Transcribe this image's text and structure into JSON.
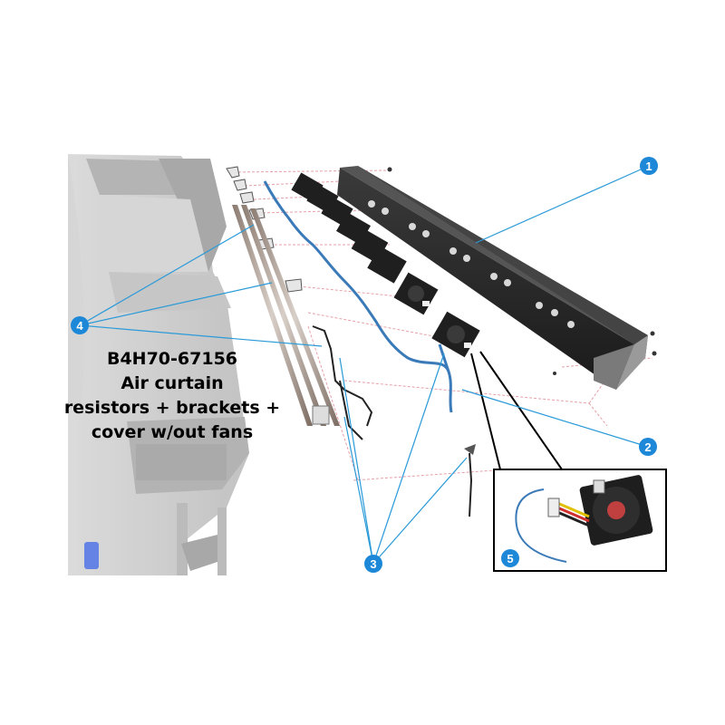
{
  "caption": {
    "part_number": "B4H70-67156",
    "line2": "Air curtain",
    "line3": "resistors + brackets +",
    "line4": "cover w/out fans"
  },
  "callouts": [
    {
      "id": "callout-1",
      "label": "1"
    },
    {
      "id": "callout-2",
      "label": "2"
    },
    {
      "id": "callout-3",
      "label": "3"
    },
    {
      "id": "callout-4",
      "label": "4"
    },
    {
      "id": "callout-5",
      "label": "5"
    }
  ],
  "colors": {
    "callout_fill": "#1e88d8",
    "leader_line": "#2a9ad8",
    "explode_lines": "#e8a0a8",
    "printer_ghost": "#c8c8c8",
    "cover_dark": "#2b2b2b",
    "cable_blue": "#3a7ab8"
  },
  "icons": [
    "fan-icon",
    "resistor-rod-icon",
    "bracket-icon",
    "cable-icon",
    "screw-icon"
  ]
}
